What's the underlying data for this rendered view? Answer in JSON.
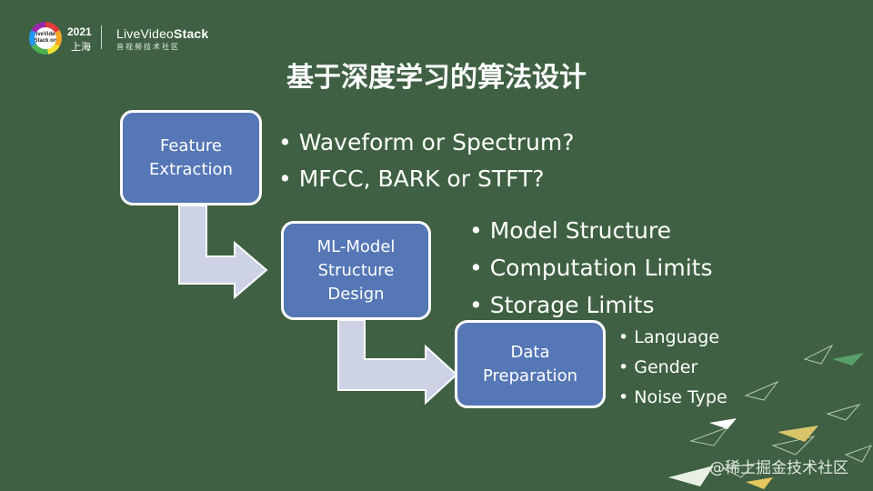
{
  "header": {
    "logo_text": "LiveVideo Stack on",
    "year": "2021",
    "city": "上海",
    "brand_prefix": "LiveVideo",
    "brand_suffix": "Stack",
    "brand_sub": "音视频技术社区"
  },
  "title": "基于深度学习的算法设计",
  "steps": [
    {
      "label": "Feature Extraction",
      "bullets": [
        "Waveform or Spectrum?",
        "MFCC, BARK or STFT?"
      ]
    },
    {
      "label": "ML-Model Structure Design",
      "bullets": [
        "Model Structure",
        "Computation Limits",
        "Storage Limits"
      ]
    },
    {
      "label": "Data Preparation",
      "bullets": [
        "Language",
        "Gender",
        "Noise Type"
      ]
    }
  ],
  "watermark": "@稀土掘金技术社区",
  "colors": {
    "background": "#3f6043",
    "box_fill": "#5577b6",
    "arrow_fill": "#cdd3e5",
    "text": "#ffffff"
  }
}
